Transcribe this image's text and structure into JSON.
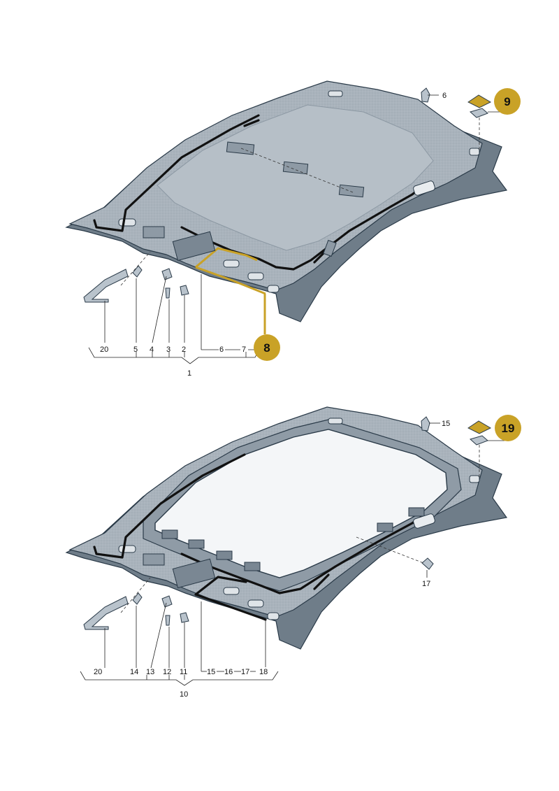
{
  "diagram_top": {
    "badges": [
      {
        "id": "badge-9",
        "text": "9"
      },
      {
        "id": "badge-8",
        "text": "8"
      }
    ],
    "labels": [
      {
        "id": "lbl-6-top",
        "text": "6"
      },
      {
        "id": "lbl-20",
        "text": "20"
      },
      {
        "id": "lbl-5",
        "text": "5"
      },
      {
        "id": "lbl-4",
        "text": "4"
      },
      {
        "id": "lbl-3",
        "text": "3"
      },
      {
        "id": "lbl-2",
        "text": "2"
      },
      {
        "id": "lbl-6",
        "text": "6"
      },
      {
        "id": "lbl-7",
        "text": "7"
      },
      {
        "id": "lbl-1",
        "text": "1"
      }
    ]
  },
  "diagram_bottom": {
    "badges": [
      {
        "id": "badge-19",
        "text": "19"
      }
    ],
    "labels": [
      {
        "id": "lbl-15-top",
        "text": "15"
      },
      {
        "id": "lbl-17-side",
        "text": "17"
      },
      {
        "id": "lbl-20b",
        "text": "20"
      },
      {
        "id": "lbl-14",
        "text": "14"
      },
      {
        "id": "lbl-13",
        "text": "13"
      },
      {
        "id": "lbl-12",
        "text": "12"
      },
      {
        "id": "lbl-11",
        "text": "11"
      },
      {
        "id": "lbl-15",
        "text": "15"
      },
      {
        "id": "lbl-16",
        "text": "16"
      },
      {
        "id": "lbl-17",
        "text": "17"
      },
      {
        "id": "lbl-18",
        "text": "18"
      },
      {
        "id": "lbl-10",
        "text": "10"
      }
    ]
  },
  "colors": {
    "panel": "#aab4bd",
    "panel_dark": "#6f7d89",
    "panel_light": "#c3ccd3",
    "glass": "#f4f6f8",
    "badge_fill": "#c9a227",
    "highlight": "#c9a227"
  }
}
